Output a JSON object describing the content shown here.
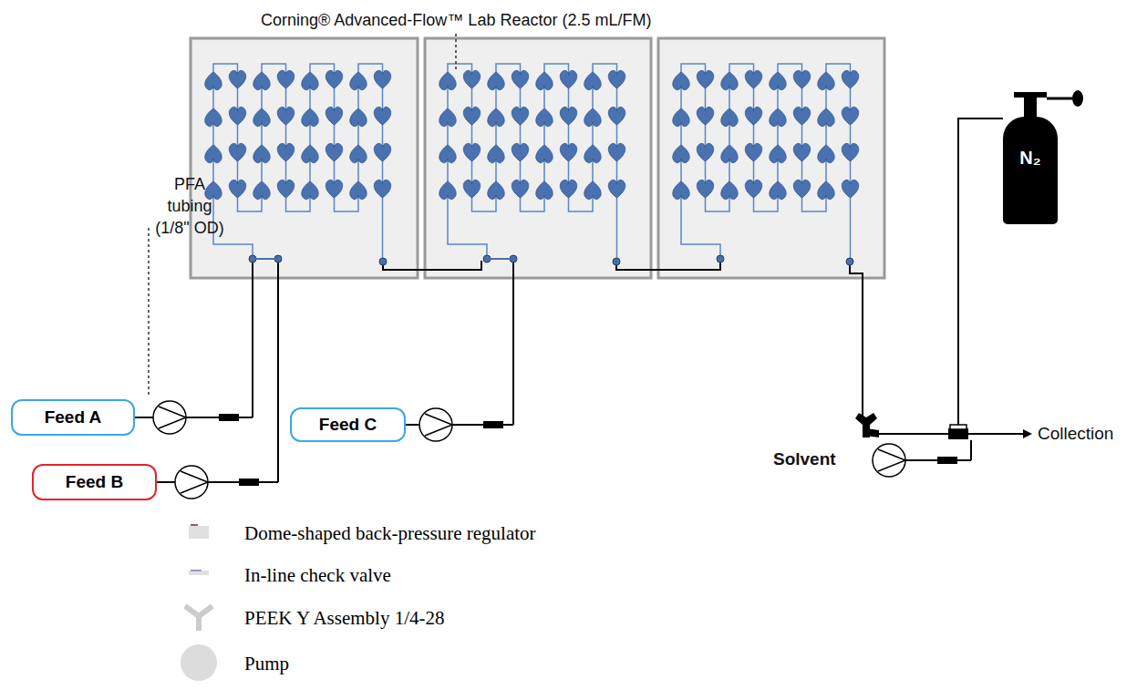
{
  "diagram": {
    "nodes": [
      {
        "text": [
          "Feed A"
        ]
      },
      {
        "text": [
          "Feed B"
        ]
      },
      {
        "text": [
          "Feed C"
        ]
      },
      {
        "text": [
          "N₂"
        ]
      }
    ],
    "labels": [
      "Corning® Advanced-Flow™ Lab Reactor (2.5 mL/FM)",
      "PFA tubing (1/8\" OD)",
      "Solvent",
      "Collection"
    ],
    "legend": [
      {
        "text": "Dome-shaped back-pressure regulator"
      },
      {
        "text": "In-line check valve"
      },
      {
        "text": "PEEK Y Assembly 1/4-28"
      },
      {
        "text": "Pump"
      }
    ]
  }
}
